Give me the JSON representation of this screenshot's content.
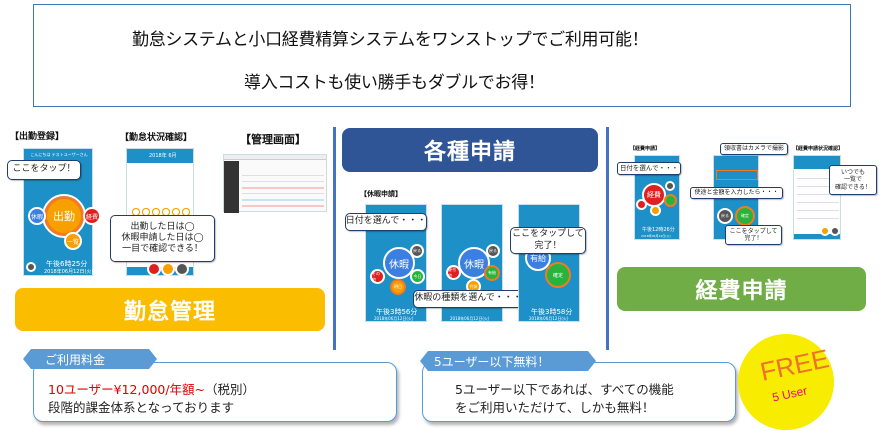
{
  "headline": {
    "line1": "勤怠システムと小口経費精算システムをワンストップでご利用可能！",
    "line2": "導入コストも使い勝手もダブルでお得！"
  },
  "attendance": {
    "screens": [
      {
        "label": "【出勤登録】",
        "greeting": "こんにちは テストユーザーさん",
        "main_button": "出勤",
        "buttons": [
          "休暇",
          "経費",
          "一覧"
        ],
        "time": "午後6時25分",
        "date": "2018年06月12日(火)",
        "callout": "ここをタップ！"
      },
      {
        "label": "【勤怠状況確認】",
        "month": "2018年 6月",
        "callout_lines": [
          "出勤した日は◯",
          "休暇申請した日は◯",
          "一目で確認できる！"
        ]
      },
      {
        "label": "【管理画面】"
      }
    ],
    "banner": "勤怠管理",
    "banner_color": "#fbbd00"
  },
  "requests": {
    "header": "各種申請",
    "header_color": "#2f5597",
    "sub_label": "【休暇申請】",
    "screens": [
      {
        "main": "休暇",
        "buttons": [
          "戻る",
          "その他",
          "今日",
          "明日"
        ],
        "time": "午後3時56分",
        "date": "2018年06月12日(火)",
        "callout": "日付を選んで・・・"
      },
      {
        "main": "休暇",
        "buttons": [
          "戻る",
          "慶弔他",
          "有給",
          "代休"
        ],
        "date": "2018年06月12日(火)",
        "callout": "休暇の種類を選んで・・・"
      },
      {
        "main": "有給",
        "confirm": "確定",
        "time": "午後3時58分",
        "date": "2018年06月12日(火)",
        "callout_lines": [
          "ここをタップして",
          "完了！"
        ]
      }
    ]
  },
  "expenses": {
    "screens": [
      {
        "label": "【経費申請】",
        "main": "経費",
        "time": "午後12時26分",
        "date": "2018年06月12日(火)",
        "callout": "日付を選んで・・・"
      },
      {
        "callout_top": "領収書はカメラで撮影",
        "callout_mid": "使途と金額を入力したら・・・",
        "back": "戻る",
        "confirm": "確定",
        "callout_bottom_lines": [
          "ここをタップして",
          "完了！"
        ]
      },
      {
        "label": "【経費申請状況確認】",
        "callout_lines": [
          "いつでも",
          "一覧で",
          "確認できる！"
        ]
      }
    ],
    "banner": "経費申請",
    "banner_color": "#70ad47"
  },
  "pricing": {
    "tag": "ご利用料金",
    "price_red": "10ユーザー¥12,000/年額~",
    "price_suffix": "（税別）",
    "line2": "段階的課金体系となっております"
  },
  "free": {
    "tag": "5ユーザー以下無料！",
    "line1": "5ユーザー以下であれば、すべての機能",
    "line2": "をご利用いただけて、しかも無料！",
    "badge_main": "FREE",
    "badge_sub": "5 User"
  }
}
